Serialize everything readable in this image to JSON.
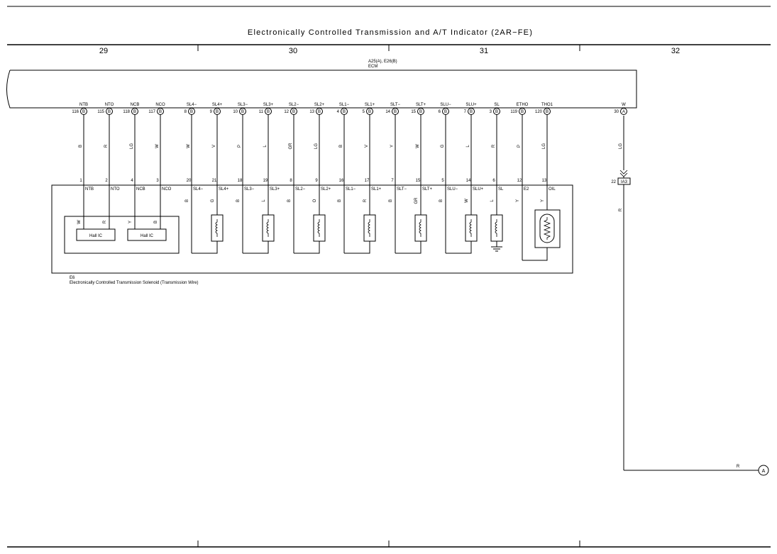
{
  "title": "Electronically Controlled Transmission and A/T Indicator (2AR−FE)",
  "columns": [
    "29",
    "30",
    "31",
    "32"
  ],
  "ecm": {
    "connector_ref": "A25(A), E26(B)",
    "name": "ECM"
  },
  "ecm_pins": [
    {
      "name": "NTB",
      "no": "116",
      "conn": "B",
      "wire": "B"
    },
    {
      "name": "NTO",
      "no": "115",
      "conn": "B",
      "wire": "R"
    },
    {
      "name": "NCB",
      "no": "118",
      "conn": "B",
      "wire": "LG"
    },
    {
      "name": "NCO",
      "no": "117",
      "conn": "B",
      "wire": "W"
    },
    {
      "name": "SL4−",
      "no": "8",
      "conn": "B",
      "wire": "W"
    },
    {
      "name": "SL4+",
      "no": "9",
      "conn": "B",
      "wire": "V"
    },
    {
      "name": "SL3−",
      "no": "10",
      "conn": "B",
      "wire": "P"
    },
    {
      "name": "SL3+",
      "no": "11",
      "conn": "B",
      "wire": "L"
    },
    {
      "name": "SL2−",
      "no": "12",
      "conn": "B",
      "wire": "GR"
    },
    {
      "name": "SL2+",
      "no": "13",
      "conn": "B",
      "wire": "LG"
    },
    {
      "name": "SL1−",
      "no": "4",
      "conn": "B",
      "wire": "B"
    },
    {
      "name": "SL1+",
      "no": "5",
      "conn": "B",
      "wire": "V"
    },
    {
      "name": "SLT−",
      "no": "14",
      "conn": "B",
      "wire": "Y"
    },
    {
      "name": "SLT+",
      "no": "15",
      "conn": "B",
      "wire": "W"
    },
    {
      "name": "SLU−",
      "no": "6",
      "conn": "B",
      "wire": "G"
    },
    {
      "name": "SLU+",
      "no": "7",
      "conn": "B",
      "wire": "L"
    },
    {
      "name": "SL",
      "no": "3",
      "conn": "B",
      "wire": "R"
    },
    {
      "name": "ETHO",
      "no": "119",
      "conn": "B",
      "wire": "P"
    },
    {
      "name": "THO1",
      "no": "120",
      "conn": "B",
      "wire": "LG"
    },
    {
      "name": "W",
      "no": "30",
      "conn": "A",
      "wire": "LG"
    }
  ],
  "solenoid_pins": [
    {
      "no": "1",
      "name": "NTB",
      "wire": "W"
    },
    {
      "no": "2",
      "name": "NTO",
      "wire": "R"
    },
    {
      "no": "4",
      "name": "NCB",
      "wire": "Y"
    },
    {
      "no": "3",
      "name": "NCO",
      "wire": "B"
    },
    {
      "no": "20",
      "name": "SL4−",
      "wire": "B"
    },
    {
      "no": "21",
      "name": "SL4+",
      "wire": "G"
    },
    {
      "no": "18",
      "name": "SL3−",
      "wire": "B"
    },
    {
      "no": "19",
      "name": "SL3+",
      "wire": "L"
    },
    {
      "no": "8",
      "name": "SL2−",
      "wire": "B"
    },
    {
      "no": "9",
      "name": "SL2+",
      "wire": "O"
    },
    {
      "no": "16",
      "name": "SL1−",
      "wire": "B"
    },
    {
      "no": "17",
      "name": "SL1+",
      "wire": "R"
    },
    {
      "no": "7",
      "name": "SLT−",
      "wire": "B"
    },
    {
      "no": "15",
      "name": "SLT+",
      "wire": "GR"
    },
    {
      "no": "5",
      "name": "SLU−",
      "wire": "B"
    },
    {
      "no": "14",
      "name": "SLU+",
      "wire": "W"
    },
    {
      "no": "6",
      "name": "SL",
      "wire": "L"
    },
    {
      "no": "12",
      "name": "E2",
      "wire": "Y"
    },
    {
      "no": "13",
      "name": "OIL",
      "wire": "Y"
    }
  ],
  "hall_ic_label": "Hall IC",
  "solenoid": {
    "ref": "E6",
    "name": "Electronically Controlled Transmission Solenoid (Transmission Wire)"
  },
  "junction": {
    "no": "22",
    "ref": "IA3",
    "wire": "R"
  },
  "offpage": {
    "wire": "R",
    "label": "A"
  }
}
